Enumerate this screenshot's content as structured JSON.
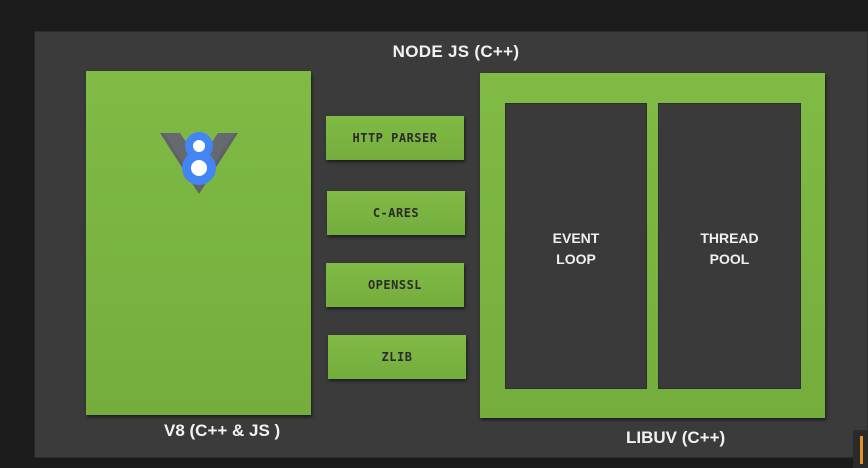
{
  "diagram": {
    "title": "NODE JS (C++)",
    "v8": {
      "label": "V8 (C++ & JS )",
      "logo_icon": "v8-logo-icon",
      "color": "#7cb342"
    },
    "modules": [
      {
        "label": "HTTP PARSER"
      },
      {
        "label": "C-ARES"
      },
      {
        "label": "OPENSSL"
      },
      {
        "label": "ZLIB"
      }
    ],
    "libuv": {
      "label": "LIBUV (C++)",
      "panels": [
        {
          "line1": "EVENT",
          "line2": "LOOP"
        },
        {
          "line1": "THREAD",
          "line2": "POOL"
        }
      ]
    },
    "colors": {
      "background": "#1b1b1b",
      "container": "#3b3b3b",
      "green": "#7cb342",
      "logo_blue": "#4285f4",
      "logo_gray": "#5f6368"
    }
  }
}
